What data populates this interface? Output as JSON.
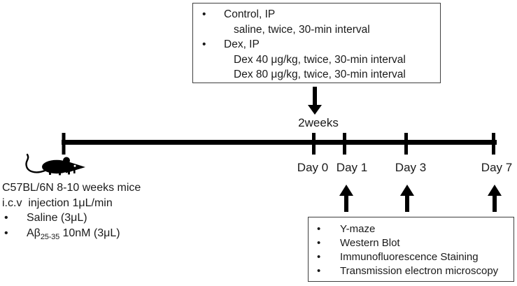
{
  "colors": {
    "ink": "#000000",
    "text": "#1a1a1a",
    "box_border": "#3f3f3f",
    "background": "#ffffff"
  },
  "treatment_box": {
    "items": [
      {
        "bullet": "•",
        "text": "Control, IP"
      },
      {
        "bullet": "",
        "text": "saline, twice, 30-min interval"
      },
      {
        "bullet": "•",
        "text": "Dex, IP"
      },
      {
        "bullet": "",
        "text": "Dex 40 μg/kg, twice, 30-min interval"
      },
      {
        "bullet": "",
        "text": "Dex 80 μg/kg, twice, 30-min interval"
      }
    ]
  },
  "timeline": {
    "interval_label": "2weeks",
    "days": [
      "Day 0",
      "Day 1",
      "Day 3",
      "Day 7"
    ]
  },
  "subject_info": {
    "line1": "C57BL/6N 8-10 weeks mice",
    "line2": "i.c.v  injection 1μL/min",
    "bullet_glyph": "•",
    "bullet1": "Saline (3μL)",
    "bullet2_pre": "Aβ",
    "bullet2_sub": "25-35",
    "bullet2_post": " 10nM (3μL)"
  },
  "assay_box": {
    "bullet_glyph": "•",
    "items": [
      "Y-maze",
      "Western Blot",
      "Immunofluorescence Staining",
      "Transmission electron microscopy"
    ]
  },
  "icons": {
    "mouse": "mouse-silhouette"
  }
}
